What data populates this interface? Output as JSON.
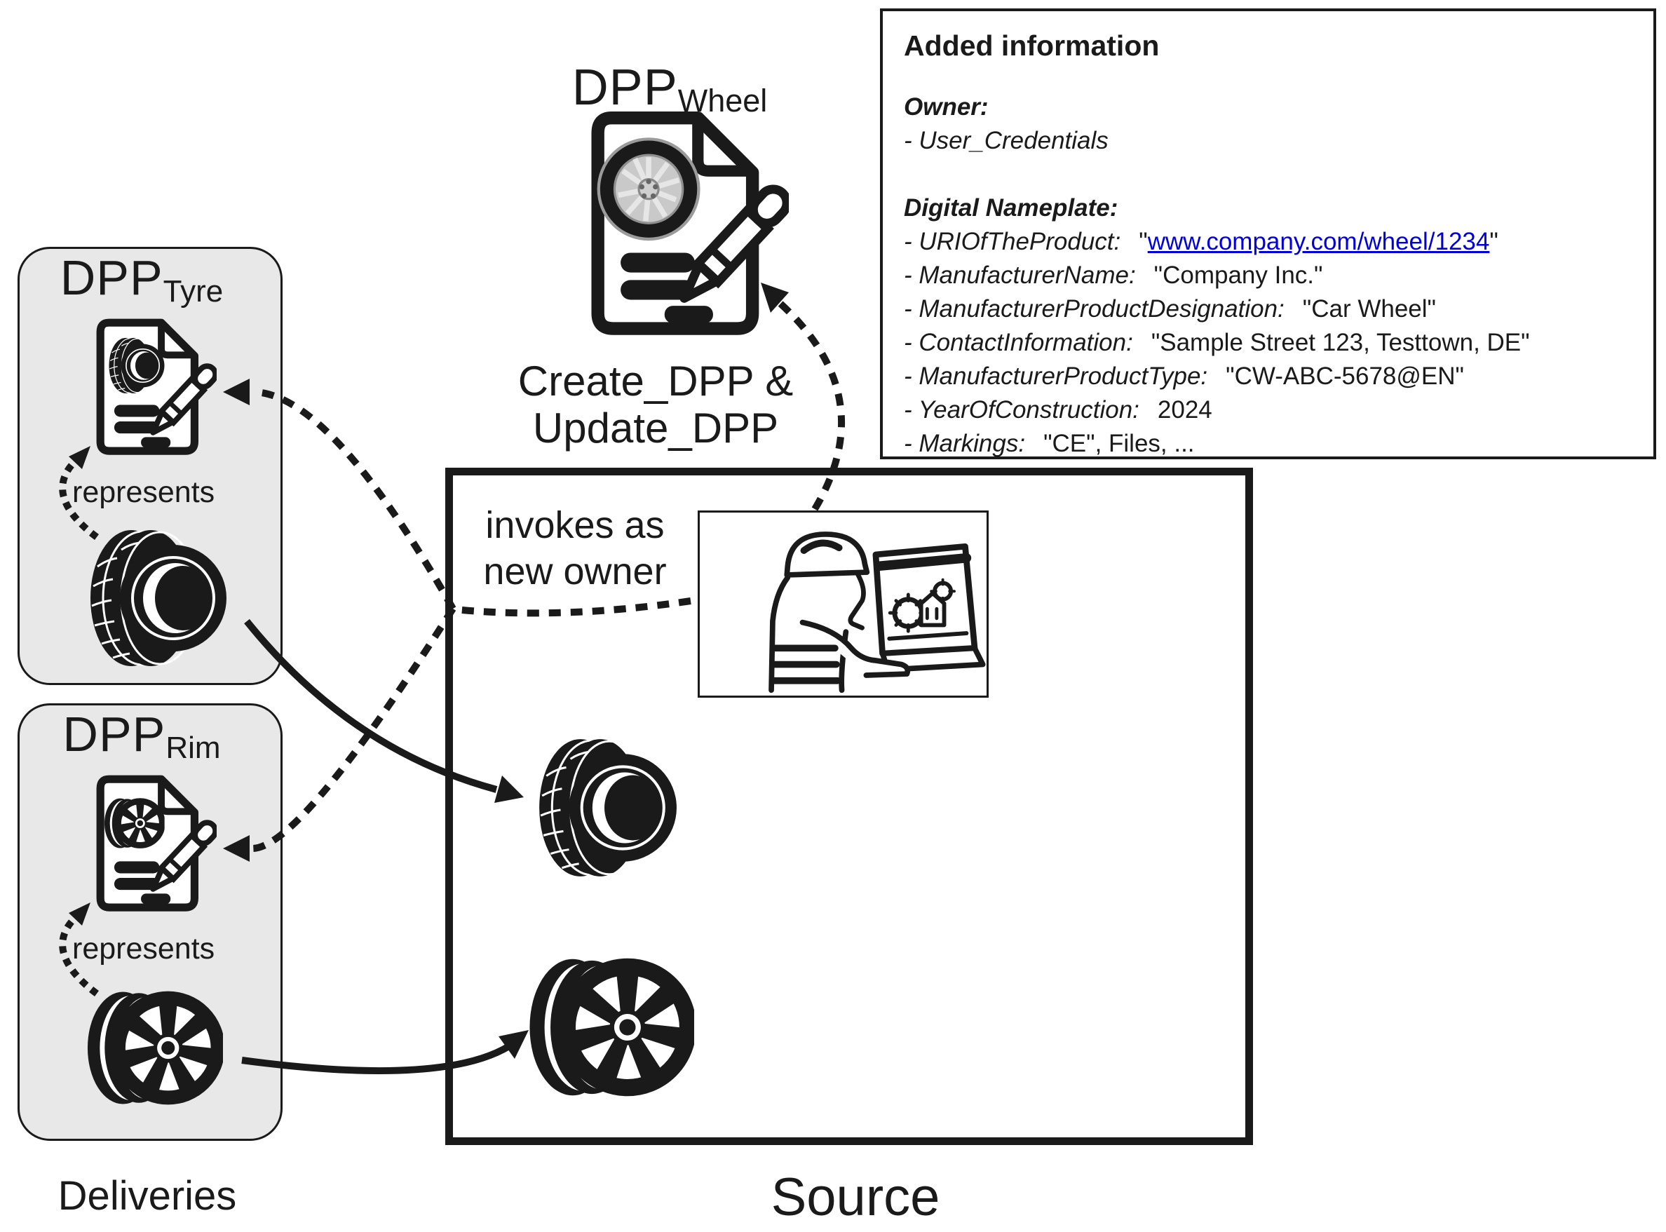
{
  "diagram": {
    "deliveries_label": "Deliveries",
    "source_label": "Source",
    "represents_label": "represents",
    "invokes": {
      "line1": "invokes as",
      "line2": "new owner"
    },
    "create_update": {
      "line1": "Create_DPP &",
      "line2": "Update_DPP"
    },
    "dpp_wheel": {
      "main": "DPP",
      "sub": "Wheel"
    },
    "dpp_tyre": {
      "main": "DPP",
      "sub": "Tyre"
    },
    "dpp_rim": {
      "main": "DPP",
      "sub": "Rim"
    }
  },
  "added_info": {
    "title": "Added information",
    "owner_heading": "Owner:",
    "owner_item": "- User_Credentials",
    "nameplate_heading": "Digital Nameplate:",
    "uri": {
      "label": "- URIOfTheProduct:",
      "quote_open": "\"",
      "link_text": "www.company.com/wheel/1234",
      "quote_close": "\""
    },
    "fields": [
      {
        "label": "- ManufacturerName:",
        "value": "\"Company Inc.\""
      },
      {
        "label": "- ManufacturerProductDesignation:",
        "value": "\"Car Wheel\""
      },
      {
        "label": "- ContactInformation:",
        "value": "\"Sample Street 123, Testtown, DE\""
      },
      {
        "label": "- ManufacturerProductType:",
        "value": "\"CW-ABC-5678@EN\""
      },
      {
        "label": "- YearOfConstruction:",
        "value": "2024"
      },
      {
        "label": "- Markings:",
        "value": "\"CE\", Files, ..."
      }
    ]
  },
  "icons": {
    "tyre": "tyre-icon",
    "rim": "rim-icon",
    "wheel_document": "wheel-document-pencil-icon",
    "tyre_document": "tyre-document-pencil-icon",
    "rim_document": "rim-document-pencil-icon",
    "worker": "worker-at-laptop-icon"
  },
  "colors": {
    "ink": "#1a1a1a",
    "panel_gray": "#e8e8e8",
    "link_blue": "#0000dd",
    "background": "#ffffff"
  }
}
